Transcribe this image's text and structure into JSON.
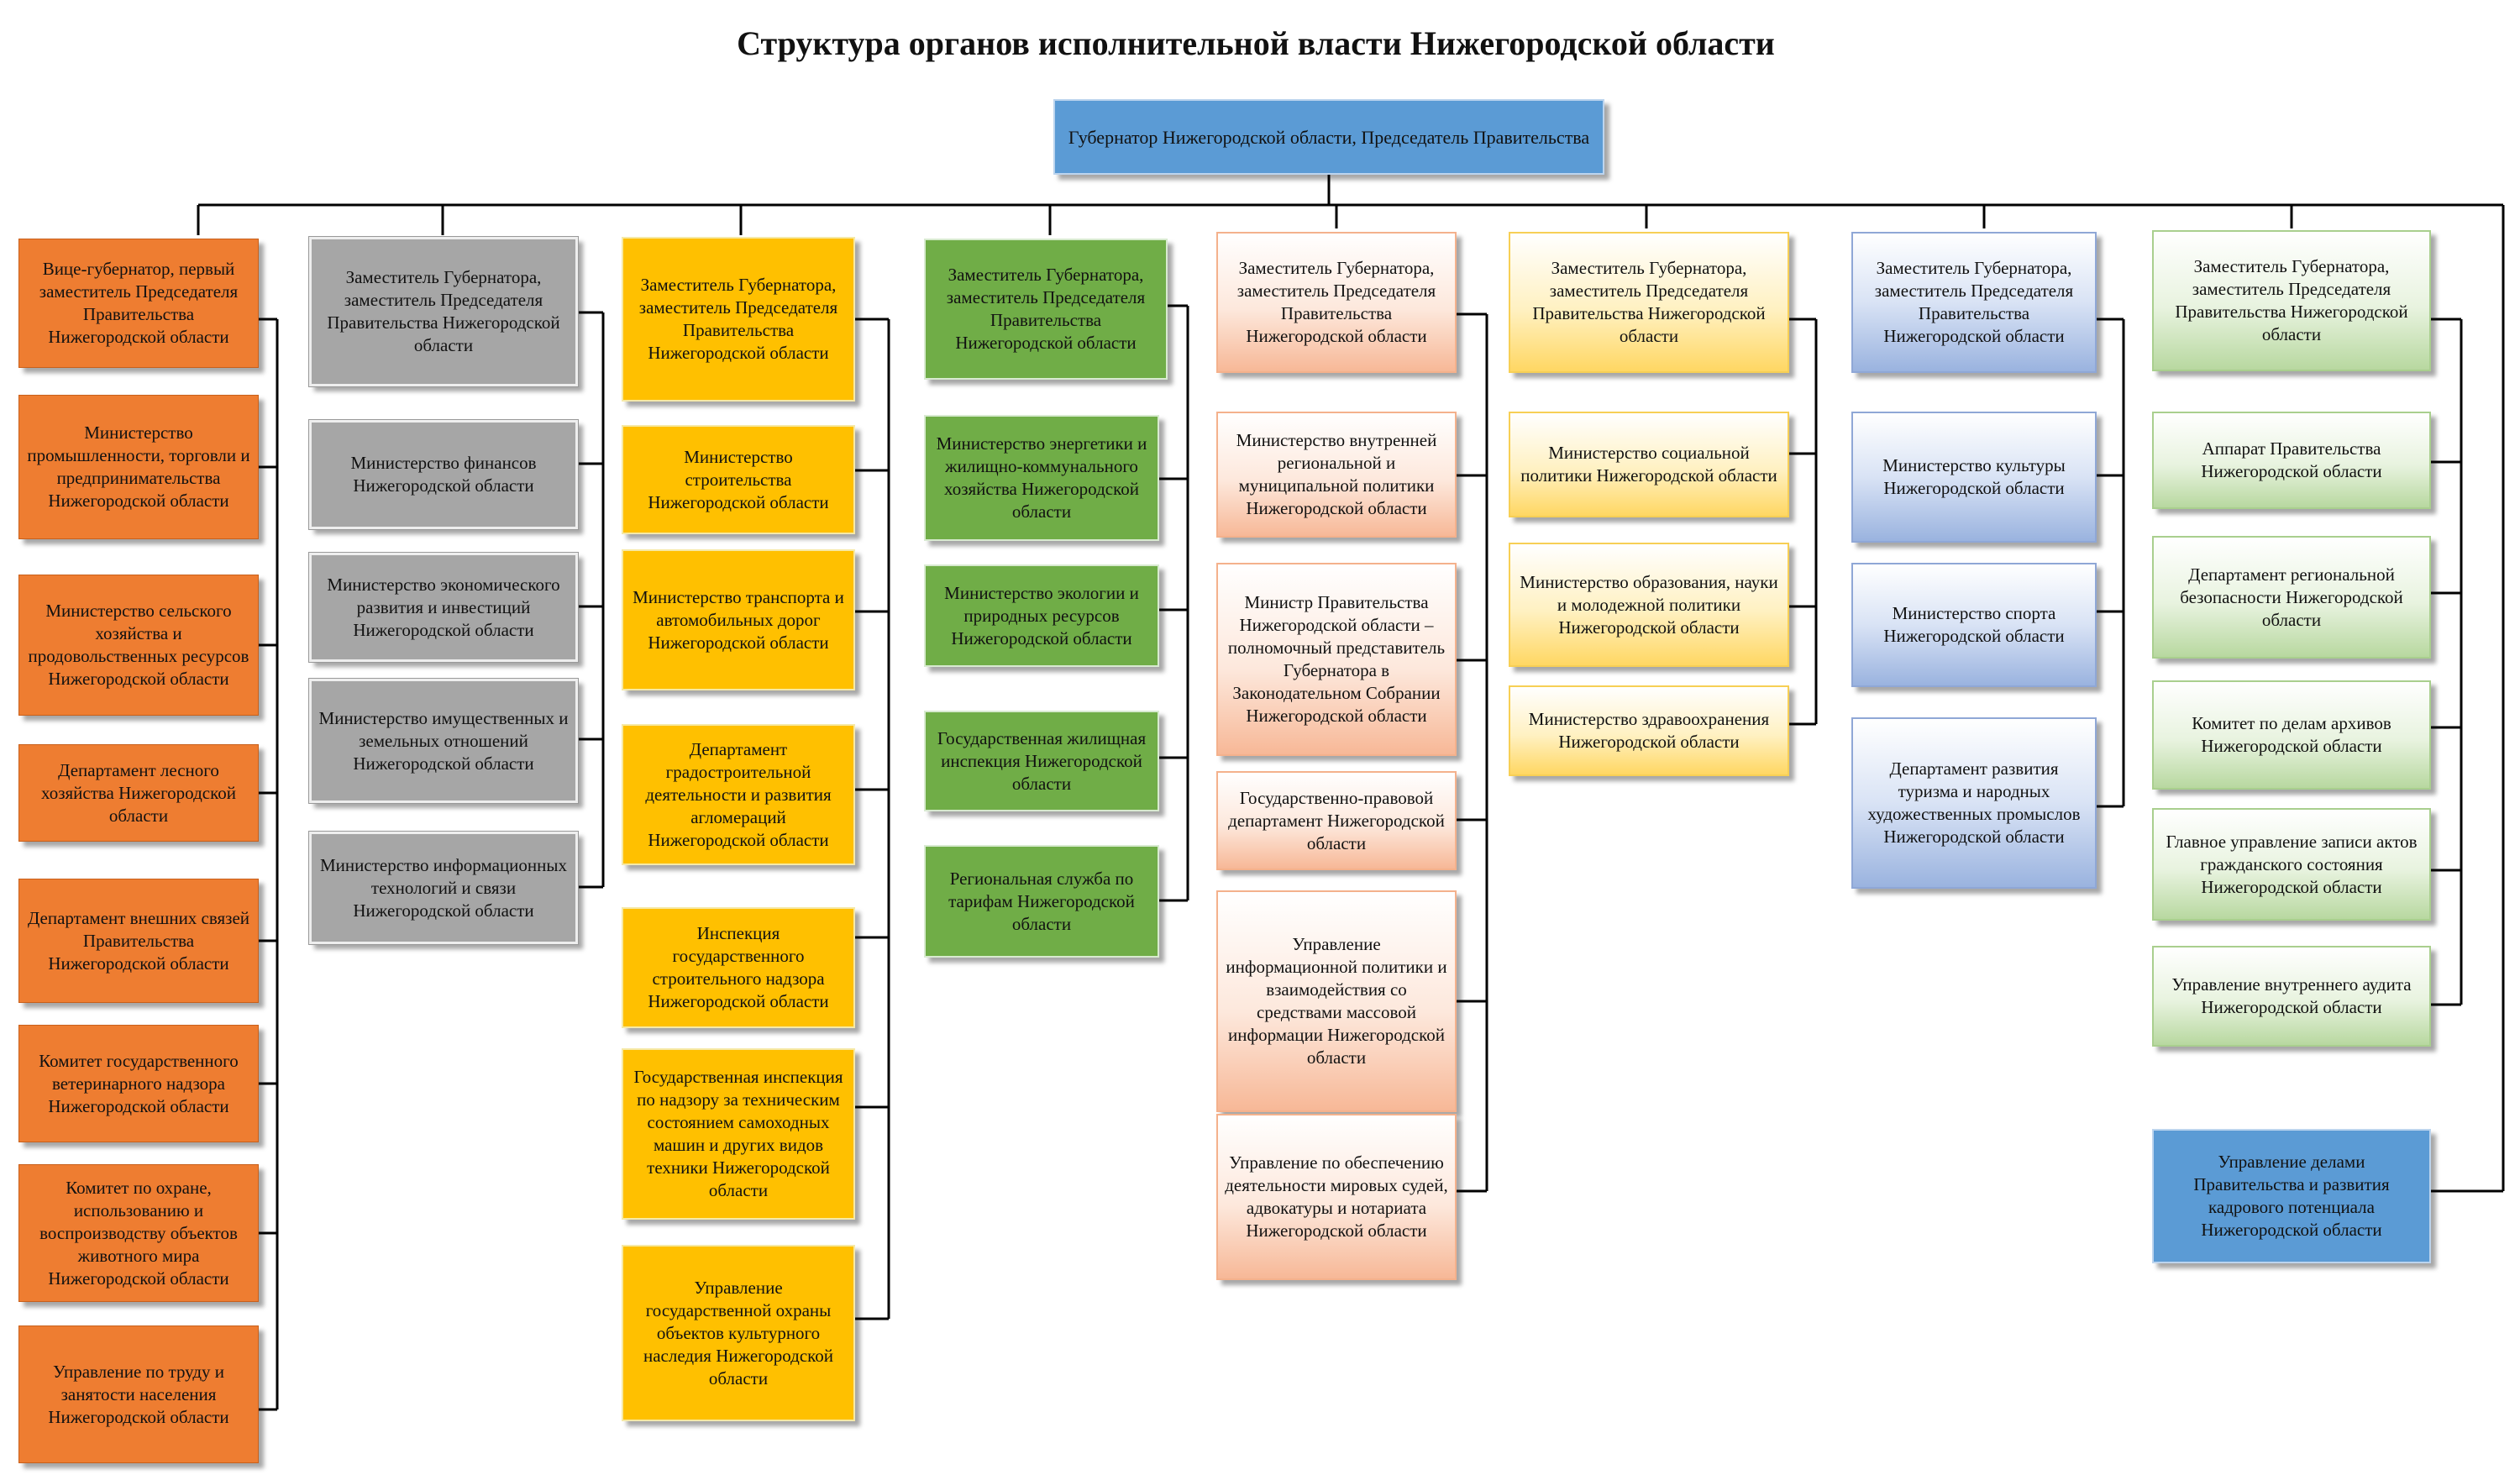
{
  "title": "Структура органов исполнительной власти Нижегородской области",
  "head": "Губернатор Нижегородской области, Председатель Правительства",
  "columns": [
    {
      "header": "Вице-губернатор, первый заместитель Председателя Правительства Нижегородской области",
      "items": [
        "Министерство промышленности, торговли и предпринимательства Нижегородской области",
        "Министерство сельского хозяйства и продовольственных ресурсов Нижегородской области",
        "Департамент лесного хозяйства Нижегородской области",
        "Департамент внешних связей Правительства Нижегородской области",
        "Комитет государственного ветеринарного надзора Нижегородской области",
        "Комитет по охране, использованию и воспроизводству объектов животного мира Нижегородской области",
        "Управление по труду и занятости населения Нижегородской области"
      ]
    },
    {
      "header": "Заместитель Губернатора, заместитель Председателя Правительства Нижегородской области",
      "items": [
        "Министерство финансов Нижегородской области",
        "Министерство экономического развития и инвестиций Нижегородской области",
        "Министерство имущественных и земельных отношений Нижегородской области",
        "Министерство информационных технологий и связи Нижегородской области"
      ]
    },
    {
      "header": "Заместитель Губернатора, заместитель Председателя Правительства Нижегородской области",
      "items": [
        "Министерство строительства Нижегородской области",
        "Министерство транспорта и автомобильных дорог Нижегородской области",
        "Департамент градостроительной деятельности и развития агломераций Нижегородской области",
        "Инспекция государственного строительного надзора Нижегородской области",
        "Государственная инспекция по надзору за техническим состоянием самоходных машин и других видов техники Нижегородской области",
        "Управление государственной охраны объектов культурного наследия Нижегородской области"
      ]
    },
    {
      "header": "Заместитель Губернатора, заместитель Председателя Правительства Нижегородской области",
      "items": [
        "Министерство энергетики и жилищно-коммунального хозяйства Нижегородской области",
        "Министерство экологии и природных ресурсов Нижегородской области",
        "Государственная жилищная инспекция Нижегородской области",
        "Региональная служба по тарифам Нижегородской области"
      ]
    },
    {
      "header": "Заместитель Губернатора, заместитель Председателя Правительства Нижегородской области",
      "items": [
        "Министерство внутренней региональной и муниципальной политики Нижегородской области",
        "Министр Правительства Нижегородской области – полномочный представитель Губернатора в Законодательном Собрании Нижегородской области",
        "Государственно-правовой департамент Нижегородской области",
        "Управление информационной политики и взаимодействия со средствами массовой информации Нижегородской области",
        "Управление по обеспечению деятельности мировых судей, адвокатуры и нотариата Нижегородской области"
      ]
    },
    {
      "header": "Заместитель Губернатора, заместитель Председателя Правительства Нижегородской области",
      "items": [
        "Министерство социальной политики Нижегородской области",
        "Министерство образования, науки и молодежной политики Нижегородской области",
        "Министерство здравоохранения Нижегородской области"
      ]
    },
    {
      "header": "Заместитель Губернатора, заместитель Председателя Правительства Нижегородской области",
      "items": [
        "Министерство культуры Нижегородской области",
        "Министерство спорта Нижегородской области",
        "Департамент развития туризма и народных художественных промыслов Нижегородской области"
      ]
    },
    {
      "header": "Заместитель Губернатора, заместитель Председателя Правительства Нижегородской области",
      "items": [
        "Аппарат Правительства Нижегородской области",
        "Департамент региональной безопасности Нижегородской области",
        "Комитет по делам архивов Нижегородской области",
        "Главное управление записи актов гражданского состояния Нижегородской области",
        "Управление внутреннего аудита Нижегородской области"
      ]
    }
  ],
  "footer_box": "Управление делами Правительства и развития кадрового потенциала Нижегородской области",
  "colors": {
    "orange": "#ee7d31",
    "gray": "#a6a6a6",
    "gold": "#ffc000",
    "green": "#70ad47",
    "peach": "#f7b897",
    "yellow": "#ffd763",
    "blue": "#9ab3df",
    "mint": "#b8d8a0",
    "sky": "#5b9bd5"
  }
}
